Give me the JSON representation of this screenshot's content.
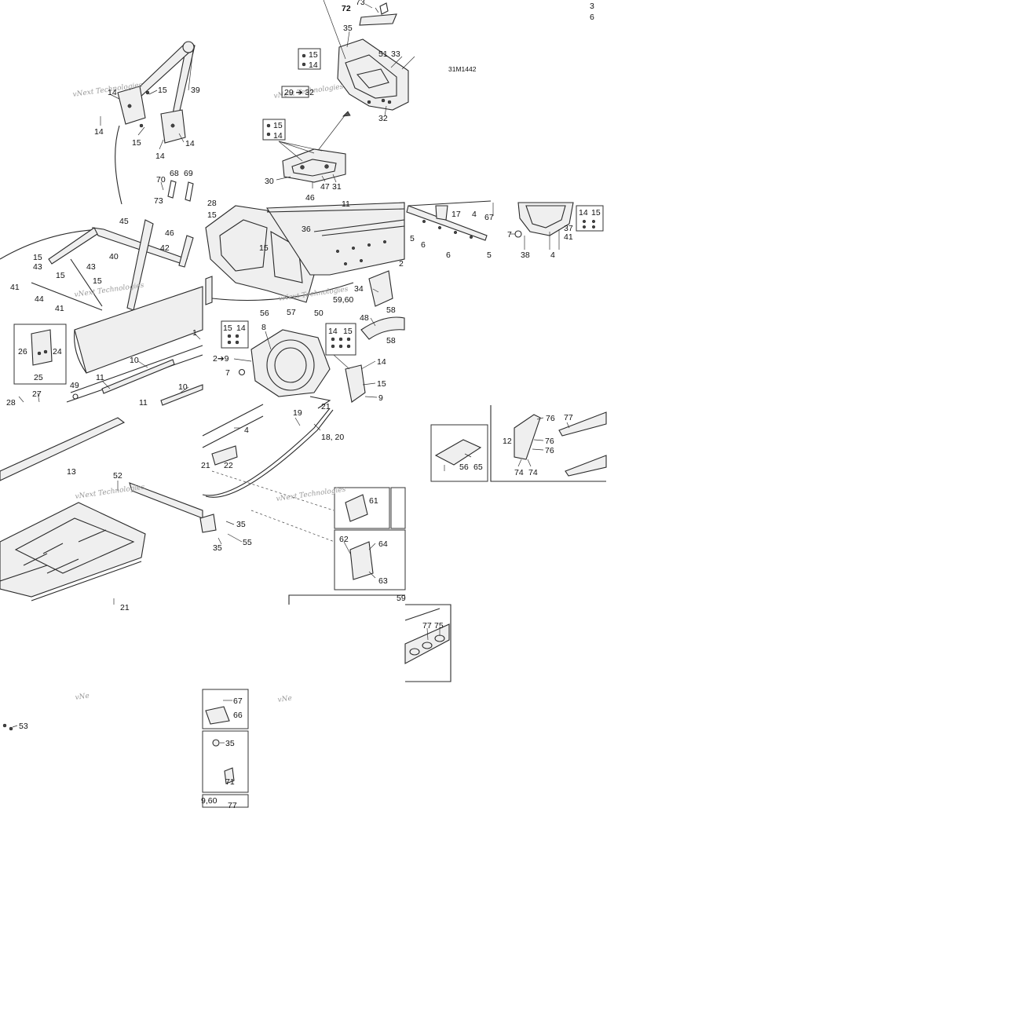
{
  "figure_code": "31M1442",
  "watermark": "vNext Technologies",
  "watermark_short": "vNe",
  "labels": {
    "l72": "72",
    "l73": "73",
    "l35a": "35",
    "l15a": "15",
    "l14a": "14",
    "l51": "51",
    "l33": "33",
    "l2932": "29 ➔ 32",
    "l32": "32",
    "l15b": "15",
    "l14b": "14",
    "l30": "30",
    "l46a": "46",
    "l47": "47",
    "l31": "31",
    "l3": "3",
    "l6a": "6",
    "l39": "39",
    "l14c": "14",
    "l15c": "15",
    "l14d": "14",
    "l15d": "15",
    "l14e": "14",
    "l14f": "14",
    "l70": "70",
    "l68": "68",
    "l69": "69",
    "l73b": "73",
    "l45": "45",
    "l46b": "46",
    "l42": "42",
    "l40": "40",
    "l15e": "15",
    "l43a": "43",
    "l43b": "43",
    "l15f": "15",
    "l15g": "15",
    "l41a": "41",
    "l44": "44",
    "l41b": "41",
    "l26": "26",
    "l24": "24",
    "l25": "25",
    "l27": "27",
    "l28a": "28",
    "l49": "49",
    "l10a": "10",
    "l11a": "11",
    "l10b": "10",
    "l11b": "11",
    "l1": "1",
    "l28b": "28",
    "l15h": "15",
    "l36": "36",
    "l11c": "11",
    "l15i": "15",
    "l2": "2",
    "l34": "34",
    "l5960a": "59,60",
    "l56a": "56",
    "l57": "57",
    "l50": "50",
    "l48": "48",
    "l58a": "58",
    "l58b": "58",
    "l15j": "15",
    "l14g": "14",
    "l8": "8",
    "l14h": "14",
    "l15k": "15",
    "l29": "2➔9",
    "l7a": "7",
    "l14i": "14",
    "l15l": "15",
    "l9": "9",
    "l21a": "21",
    "l19": "19",
    "l17": "17",
    "l4a": "4",
    "l67a": "67",
    "l14j": "14",
    "l15m": "15",
    "l5a": "5",
    "l6b": "6",
    "l7b": "7",
    "l37": "37",
    "l41c": "41",
    "l6c": "6",
    "l5b": "5",
    "l38": "38",
    "l4b": "4",
    "l13": "13",
    "l52": "52",
    "l4c": "4",
    "l22": "22",
    "l21b": "21",
    "l1820": "18, 20",
    "l35b": "35",
    "l55": "55",
    "l35c": "35",
    "l21c": "21",
    "l61": "61",
    "l62": "62",
    "l64": "64",
    "l63": "63",
    "l59b": "59",
    "l77a": "77",
    "l75": "75",
    "l56b": "56",
    "l65": "65",
    "l12": "12",
    "l76a": "76",
    "l77b": "77",
    "l76b": "76",
    "l76c": "76",
    "l74a": "74",
    "l74b": "74",
    "l53": "53",
    "l67b": "67",
    "l66": "66",
    "l35d": "35",
    "l71": "71",
    "l5960b": "9,60",
    "l77c": "77"
  }
}
